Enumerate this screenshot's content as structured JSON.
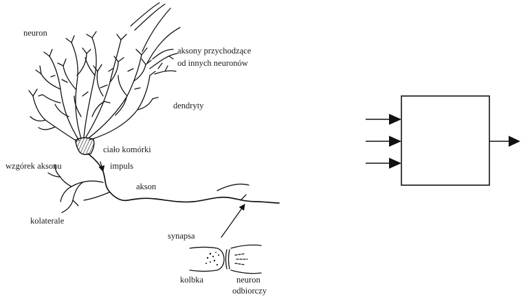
{
  "neuron_diagram": {
    "labels": {
      "neuron": "neuron",
      "incoming_axons_line1": "aksony przychodzące",
      "incoming_axons_line2": "od innych neuronów",
      "dendrites": "dendryty",
      "cell_body": "ciało komórki",
      "impulse": "impuls",
      "axon_hillock": "wzgórek aksonu",
      "axon": "akson",
      "collaterals": "kolaterale",
      "synapse": "synapsa",
      "bulb": "kolbka",
      "receiving_neuron_line1": "neuron",
      "receiving_neuron_line2": "odbiorczy"
    }
  },
  "block_model": {
    "input_count": 3,
    "output_count": 1
  }
}
